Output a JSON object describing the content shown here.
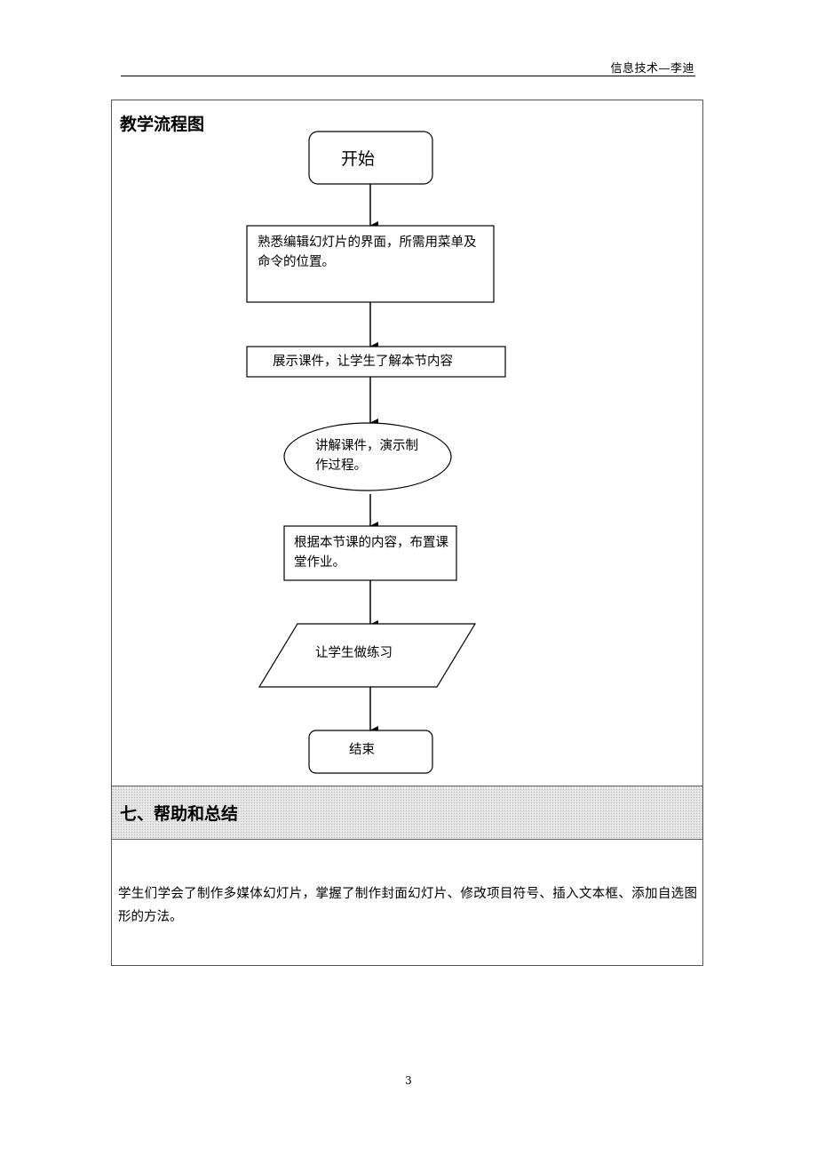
{
  "header": {
    "text": "信息技术—李迪"
  },
  "flowchart": {
    "title": "教学流程图",
    "start_label": "开始",
    "step1": "熟悉编辑幻灯片的界面，所需用菜单及命令的位置。",
    "step2": "展示课件，让学生了解本节内容",
    "step3": "讲解课件，演示制作过程。",
    "step4": "根据本节课的内容，布置课堂作业。",
    "step5": "让学生做练习",
    "end_label": "结束"
  },
  "section7": {
    "title": "七、帮助和总结",
    "summary": "学生们学会了制作多媒体幻灯片，掌握了制作封面幻灯片、修改项目符号、插入文本框、添加自选图形的方法。"
  },
  "footer": {
    "page_number": "3"
  }
}
